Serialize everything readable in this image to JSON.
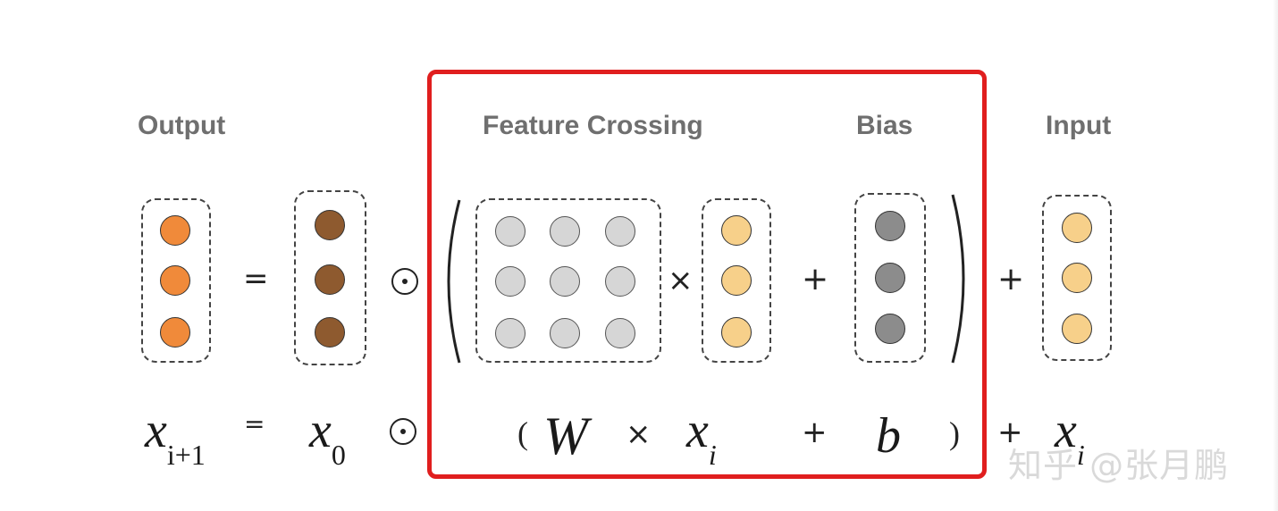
{
  "labels": {
    "output": "Output",
    "feature_crossing": "Feature Crossing",
    "bias": "Bias",
    "input": "Input"
  },
  "operators": {
    "equals": "=",
    "times": "×",
    "plus": "+",
    "paren_open": "(",
    "paren_close": ")"
  },
  "equation": {
    "x_next": "x",
    "x_next_sub": "i+1",
    "x0": "x",
    "x0_sub": "0",
    "W": "W",
    "xi": "x",
    "xi_sub": "i",
    "b": "b",
    "x_input": "x",
    "x_input_sub": "i"
  },
  "watermark": "知乎 @张月鹏",
  "colors": {
    "output_node": "#f08a3a",
    "x0_node": "#8e5a2f",
    "weight_node": "#d6d6d6",
    "input_node": "#f7d08a",
    "bias_node": "#8c8c8c",
    "highlight_frame": "#e01e1e"
  }
}
